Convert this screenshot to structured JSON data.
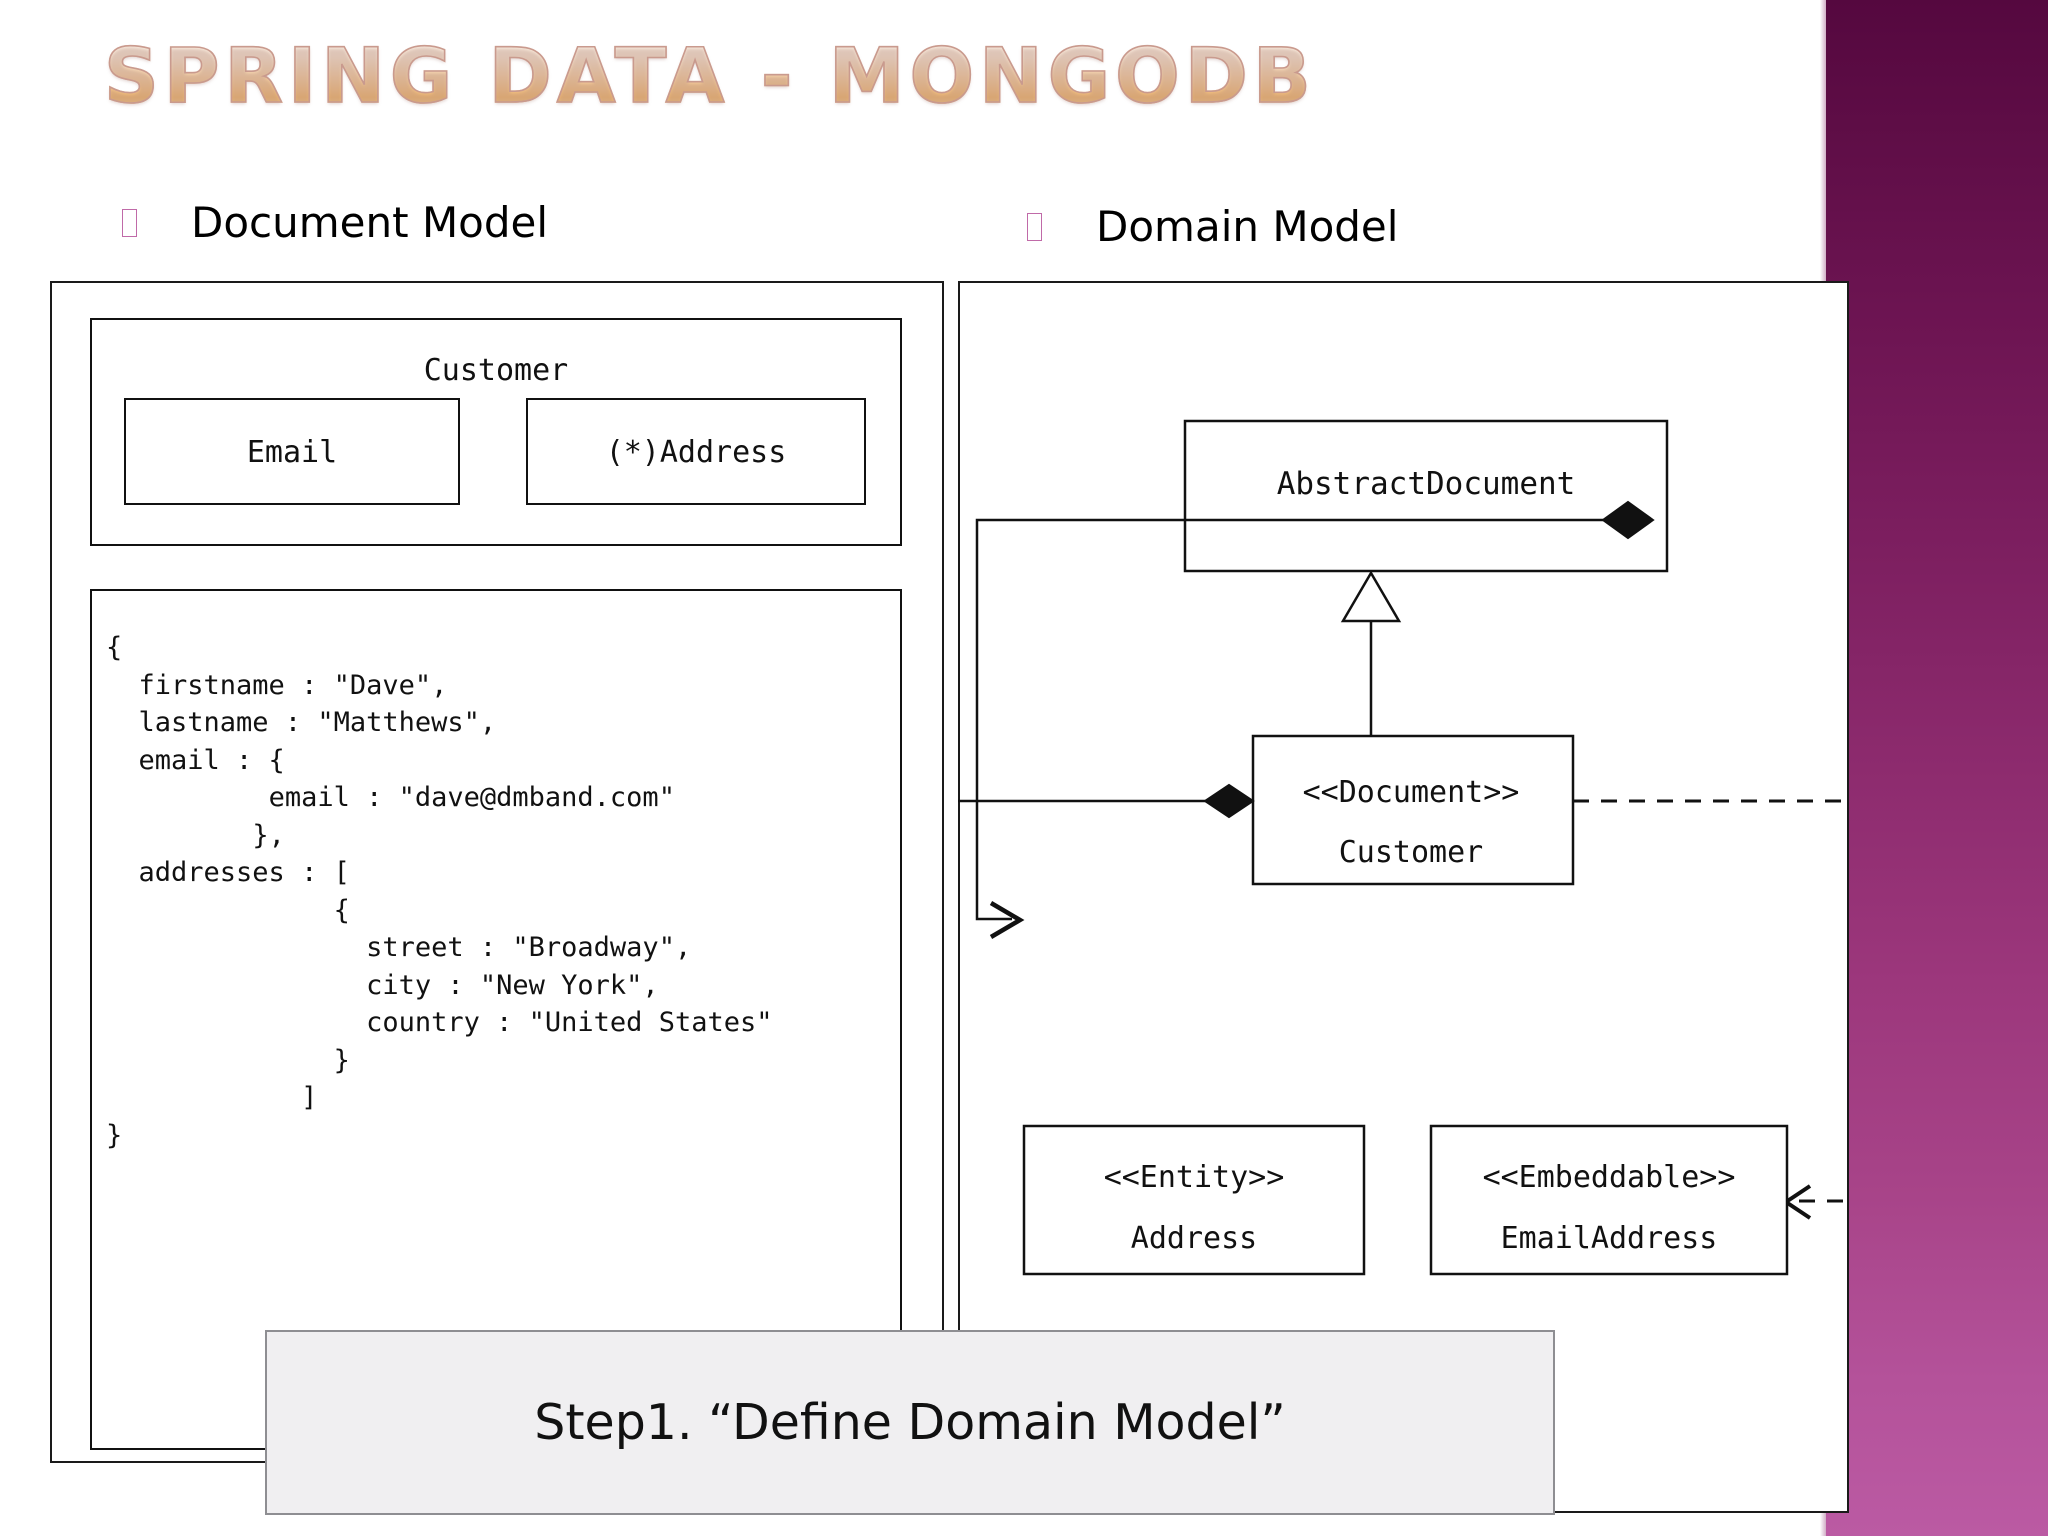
{
  "slide": {
    "title": "SPRING DATA - MONGODB",
    "caption": "Step1. “Define Domain Model”",
    "accent_purple_top": "#55083f",
    "accent_purple_bottom": "#bb5aa3",
    "title_gradient_top": "#fdf4ec",
    "title_gradient_bottom": "#f2ba72",
    "title_outline": "#c99a8e",
    "bullet_color": "#c06aa8",
    "caption_fill": "#f0eff1",
    "caption_border": "#8e8e92"
  },
  "sections": [
    {
      "bullet": "square-bullet-icon",
      "label": "Document Model"
    },
    {
      "bullet": "square-bullet-icon",
      "label": "Domain Model"
    }
  ],
  "document_model": {
    "group_label": "Customer",
    "fields": [
      {
        "label": "Email"
      },
      {
        "label": "(*)Address"
      }
    ],
    "json_sample": "{\n  firstname : \"Dave\",\n  lastname : \"Matthews\",\n  email : {\n          email : \"dave@dmband.com\"\n         },\n  addresses : [\n              {\n                street : \"Broadway\",\n                city : \"New York\",\n                country : \"United States\"\n              }\n            ]\n}"
  },
  "domain_model": {
    "classes": [
      {
        "id": "abstract-document",
        "stereotype": "",
        "name": "AbstractDocument"
      },
      {
        "id": "customer",
        "stereotype": "<<Document>>",
        "name": "Customer"
      },
      {
        "id": "address",
        "stereotype": "<<Entity>>",
        "name": "Address"
      },
      {
        "id": "email-address",
        "stereotype": "<<Embeddable>>",
        "name": "EmailAddress"
      }
    ],
    "relations": [
      {
        "from": "customer",
        "to": "abstract-document",
        "type": "generalization",
        "marker": "hollow-triangle-icon"
      },
      {
        "from": "customer",
        "to": "address",
        "type": "composition",
        "marker": "filled-diamond-icon"
      },
      {
        "from": "customer",
        "to": "email-address",
        "type": "dependency",
        "marker": "dashed-open-arrow-icon"
      }
    ]
  }
}
